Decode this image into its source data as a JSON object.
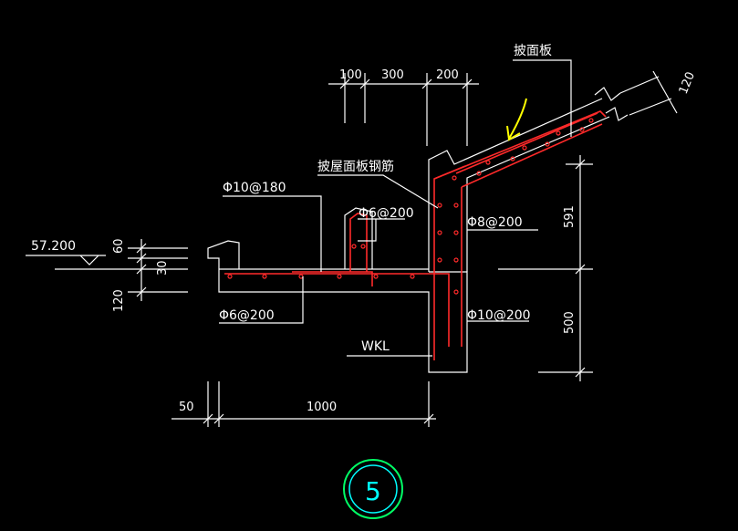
{
  "labels": {
    "slope_board": "披面板",
    "slope_roof_rebar": "披屋面板钢筋",
    "elevation": "57.200",
    "rebar_phi10_180": "Φ10@180",
    "rebar_phi6_200_top": "Φ6@200",
    "rebar_phi8_200": "Φ8@200",
    "rebar_phi6_200_bottom": "Φ6@200",
    "rebar_phi10_200": "Φ10@200",
    "beam": "WKL",
    "section_number": "5"
  },
  "dimensions": {
    "top_100": "100",
    "top_300": "300",
    "top_200": "200",
    "slab_120": "120",
    "left_60": "60",
    "left_30": "30",
    "left_120": "120",
    "right_591": "591",
    "right_500": "500",
    "bottom_50": "50",
    "bottom_1000": "1000"
  },
  "colors": {
    "background": "#000000",
    "linework": "#ffffff",
    "rebar": "#ff2a2a",
    "annotation_arrow": "#ffff00",
    "section_circle": "#00ff66"
  }
}
